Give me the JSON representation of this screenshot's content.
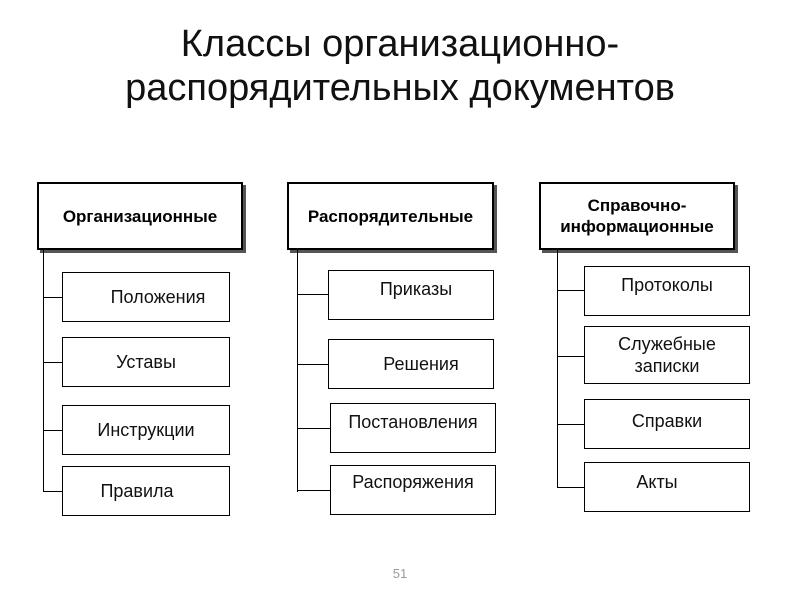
{
  "title": "Классы организационно-\nраспорядительных документов",
  "columns": [
    {
      "header": "Организационные",
      "items": [
        "Положения",
        "Уставы",
        "Инструкции",
        "Правила"
      ]
    },
    {
      "header": "Распорядительные",
      "items": [
        "Приказы",
        "Решения",
        "Постановления",
        "Распоряжения"
      ]
    },
    {
      "header": "Справочно-\nинформационные",
      "items": [
        "Протоколы",
        "Служебные\nзаписки",
        "Справки",
        "Акты"
      ]
    }
  ],
  "page_number": "51"
}
